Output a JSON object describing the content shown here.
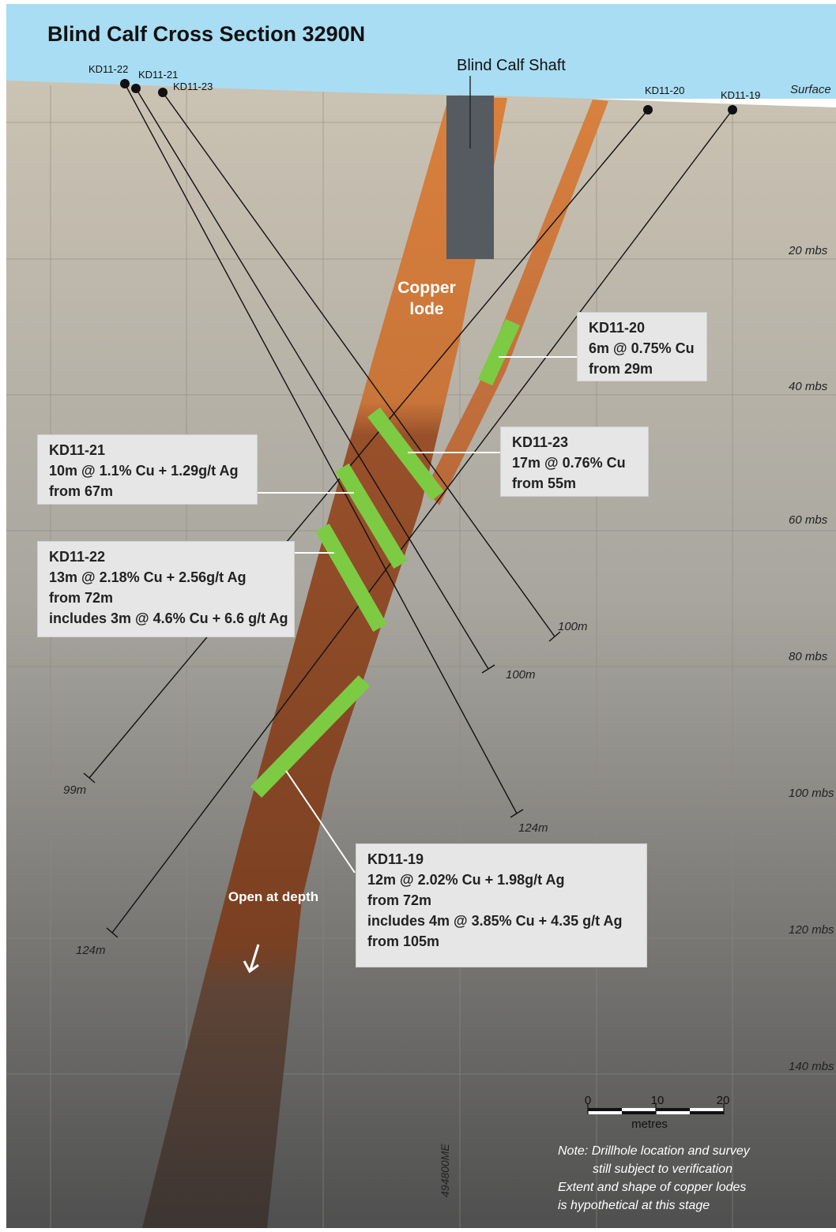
{
  "title": "Blind Calf Cross Section 3290N",
  "shaft_label": "Blind Calf Shaft",
  "surface_label": "Surface",
  "lode_label_1": "Copper",
  "lode_label_2": "lode",
  "open_at_depth": "Open at depth",
  "depth_labels": [
    "20 mbs",
    "40 mbs",
    "60 mbs",
    "80 mbs",
    "100 mbs",
    "120 mbs",
    "140 mbs"
  ],
  "easting_label": "494800ME",
  "drillholes": [
    {
      "id": "KD11-22",
      "end_depth": "124m"
    },
    {
      "id": "KD11-21",
      "end_depth": "124m"
    },
    {
      "id": "KD11-23",
      "end_depth": "100m"
    },
    {
      "id": "KD11-20",
      "end_depth": "99m"
    },
    {
      "id": "KD11-19",
      "end_depth": "100m"
    }
  ],
  "intercepts": {
    "kd11_20": {
      "title": "KD11-20",
      "line1": "6m @ 0.75% Cu",
      "line2": "from 29m"
    },
    "kd11_23": {
      "title": "KD11-23",
      "line1": "17m @ 0.76% Cu",
      "line2": "from 55m"
    },
    "kd11_21": {
      "title": "KD11-21",
      "line1": "10m @ 1.1% Cu + 1.29g/t Ag",
      "line2": "from 67m"
    },
    "kd11_22": {
      "title": "KD11-22",
      "line1": "13m @ 2.18% Cu + 2.56g/t Ag",
      "line2": "from 72m",
      "line3": "includes 3m @ 4.6% Cu + 6.6 g/t Ag"
    },
    "kd11_19": {
      "title": "KD11-19",
      "line1": "12m @ 2.02% Cu + 1.98g/t Ag",
      "line2": "from 72m",
      "line3": "includes 4m @ 3.85% Cu + 4.35 g/t Ag",
      "line4": "from 105m"
    }
  },
  "scale_bar": {
    "ticks": [
      "0",
      "10",
      "20"
    ],
    "unit": "metres"
  },
  "note": [
    "Note: Drillhole location and survey",
    "still subject to verification",
    "Extent and shape of copper lodes",
    "is hypothetical at this stage"
  ],
  "colors": {
    "sky": "#a9ddf3",
    "lode_upper": "#d9803c",
    "lode_mid": "#8f4a20",
    "lode_deep": "#4a3a32",
    "intercept": "#7ccb43",
    "shaft": "#555a60"
  }
}
